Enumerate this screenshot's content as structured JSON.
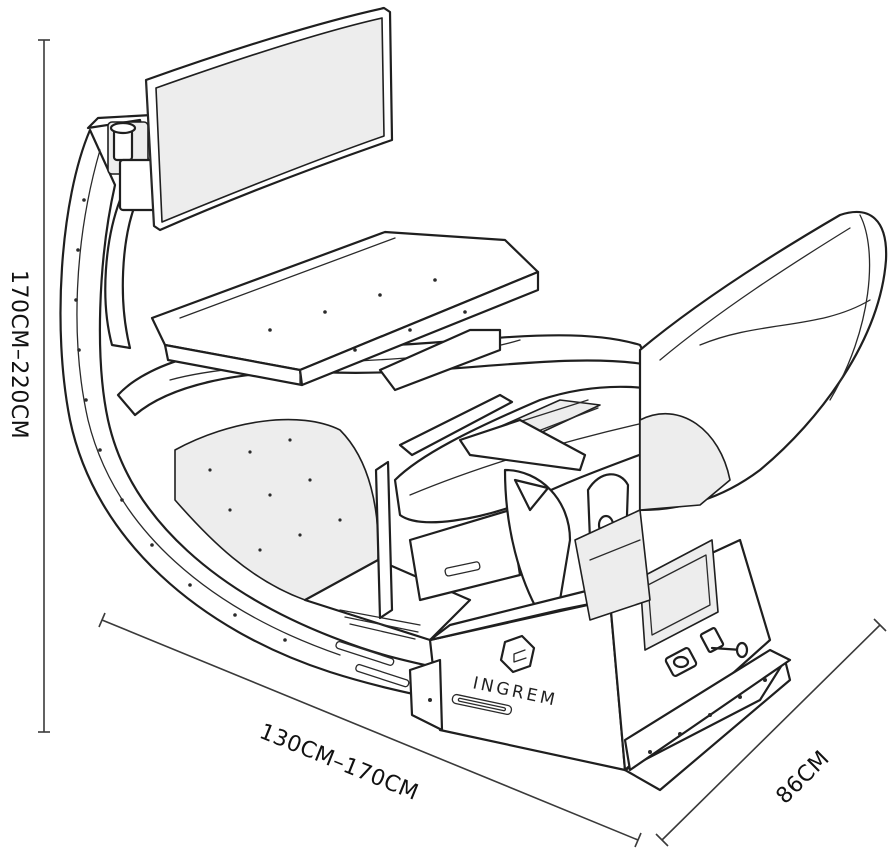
{
  "dimensions": {
    "height": "170CM–220CM",
    "length": "130CM–170CM",
    "depth": "86CM"
  },
  "brand": {
    "name": "INGREM"
  },
  "icons": {
    "logo": "g-hexagon-logo-icon"
  },
  "colors": {
    "line": "#1f1f1f",
    "background": "#ffffff",
    "shade": "#ededed"
  }
}
